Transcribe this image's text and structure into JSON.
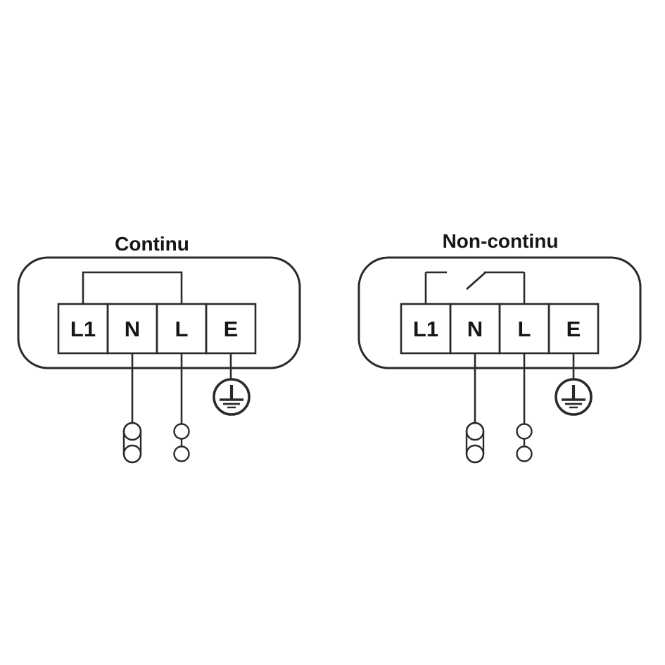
{
  "colors": {
    "line": "#2b292d",
    "text": "#161519",
    "background": "#ffffff"
  },
  "diagrams": [
    {
      "id": "continu",
      "title": "Continu",
      "terminals": [
        "L1",
        "N",
        "L",
        "E"
      ],
      "link_type": "closed-bridge",
      "icons": {
        "earth": "protective-earth-icon",
        "neutral_end": "double-circle-capsule-connector",
        "live_end": "double-circle-connector"
      }
    },
    {
      "id": "non-continu",
      "title": "Non-continu",
      "terminals": [
        "L1",
        "N",
        "L",
        "E"
      ],
      "link_type": "open-switch",
      "icons": {
        "earth": "protective-earth-icon",
        "neutral_end": "double-circle-capsule-connector",
        "live_end": "double-circle-connector"
      }
    }
  ]
}
